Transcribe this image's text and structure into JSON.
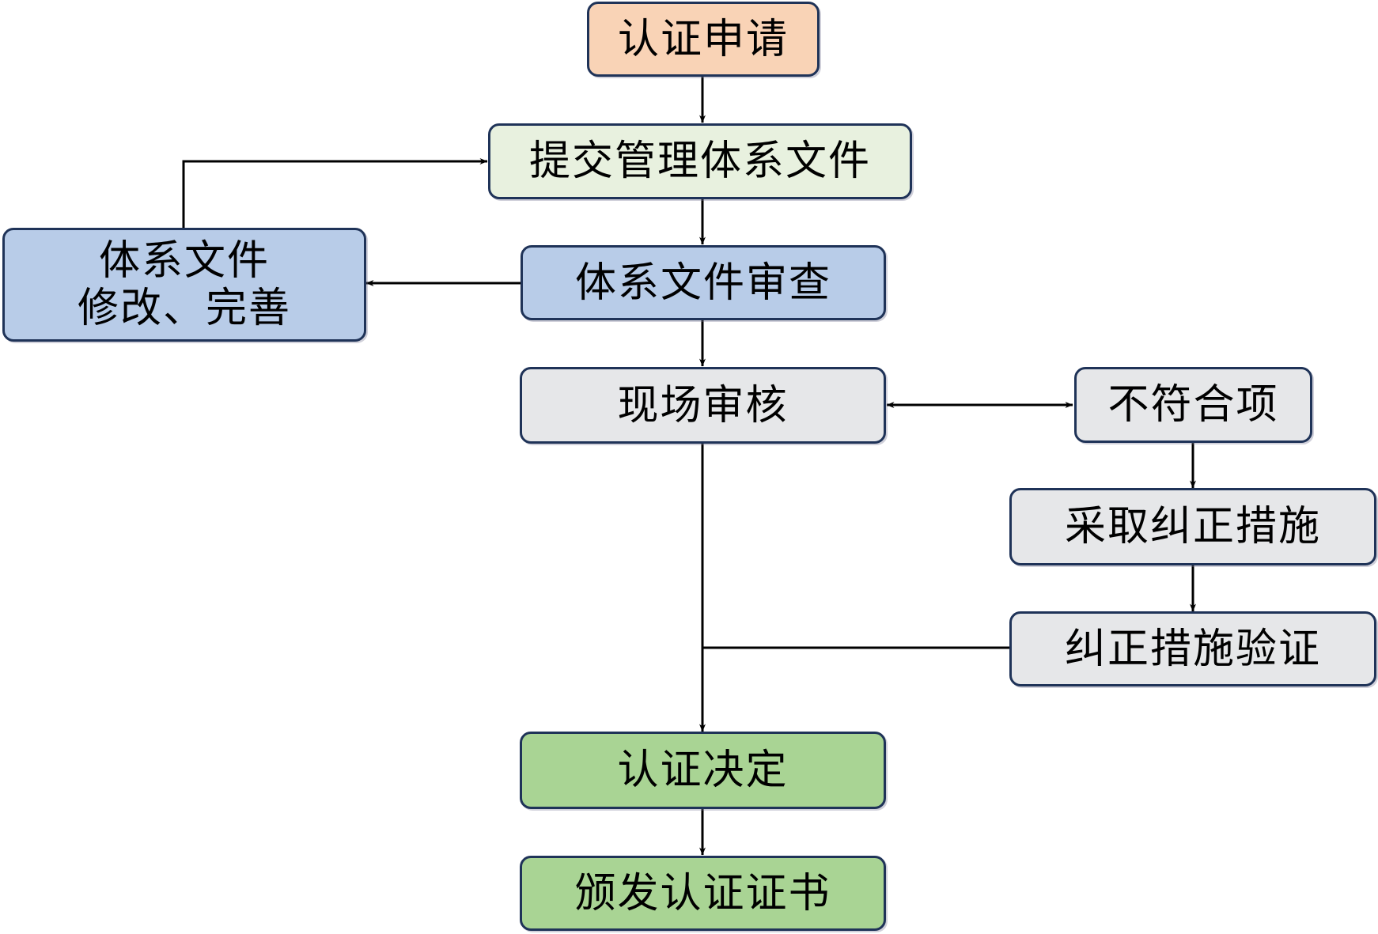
{
  "diagram": {
    "type": "flowchart",
    "colors": {
      "apply": "#F9D3B6",
      "submit": "#E8F1DF",
      "review": "#B8CCE8",
      "audit": "#E6E7E9",
      "decision": "#A9D494",
      "border": "#1F3358",
      "line": "#000000"
    },
    "nodes": {
      "apply": {
        "label": "认证申请"
      },
      "submit": {
        "label": "提交管理体系文件"
      },
      "revise": {
        "line1": "体系文件",
        "line2": "修改、完善"
      },
      "doc_review": {
        "label": "体系文件审查"
      },
      "onsite": {
        "label": "现场审核"
      },
      "nonconform": {
        "label": "不符合项"
      },
      "corrective": {
        "label": "采取纠正措施"
      },
      "verify": {
        "label": "纠正措施验证"
      },
      "decision": {
        "label": "认证决定"
      },
      "certificate": {
        "label": "颁发认证证书"
      }
    },
    "edges": [
      {
        "from": "认证申请",
        "to": "提交管理体系文件"
      },
      {
        "from": "提交管理体系文件",
        "to": "体系文件审查"
      },
      {
        "from": "体系文件审查",
        "to": "体系文件修改、完善"
      },
      {
        "from": "体系文件修改、完善",
        "to": "提交管理体系文件"
      },
      {
        "from": "体系文件审查",
        "to": "现场审核"
      },
      {
        "from": "现场审核",
        "to": "不符合项",
        "bidirectional": true
      },
      {
        "from": "不符合项",
        "to": "采取纠正措施"
      },
      {
        "from": "采取纠正措施",
        "to": "纠正措施验证"
      },
      {
        "from": "纠正措施验证",
        "to": "认证决定"
      },
      {
        "from": "现场审核",
        "to": "认证决定"
      },
      {
        "from": "认证决定",
        "to": "颁发认证证书"
      }
    ]
  }
}
